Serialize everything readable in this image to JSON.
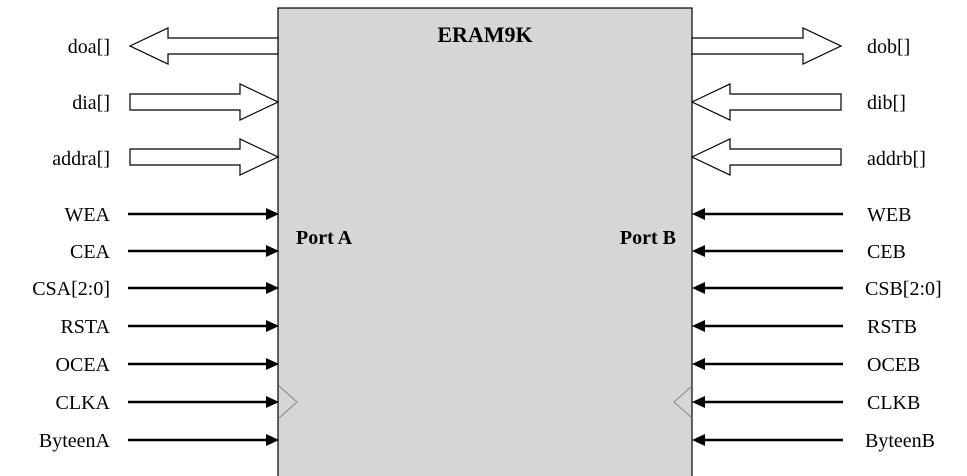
{
  "block": {
    "title": "ERAM9K",
    "port_a_label": "Port A",
    "port_b_label": "Port B",
    "fill_color": "#d6d6d6"
  },
  "left_buses": [
    {
      "label": "doa[]",
      "direction": "out"
    },
    {
      "label": "dia[]",
      "direction": "in"
    },
    {
      "label": "addra[]",
      "direction": "in"
    }
  ],
  "right_buses": [
    {
      "label": "dob[]",
      "direction": "out"
    },
    {
      "label": "dib[]",
      "direction": "in"
    },
    {
      "label": "addrb[]",
      "direction": "in"
    }
  ],
  "left_signals": [
    {
      "label": "WEA"
    },
    {
      "label": "CEA"
    },
    {
      "label": "CSA[2:0]"
    },
    {
      "label": "RSTA"
    },
    {
      "label": "OCEA"
    },
    {
      "label": "CLKA",
      "clock": true
    },
    {
      "label": "ByteenA"
    }
  ],
  "right_signals": [
    {
      "label": "WEB"
    },
    {
      "label": "CEB"
    },
    {
      "label": "CSB[2:0]"
    },
    {
      "label": "RSTB"
    },
    {
      "label": "OCEB"
    },
    {
      "label": "CLKB",
      "clock": true
    },
    {
      "label": "ByteenB"
    }
  ]
}
